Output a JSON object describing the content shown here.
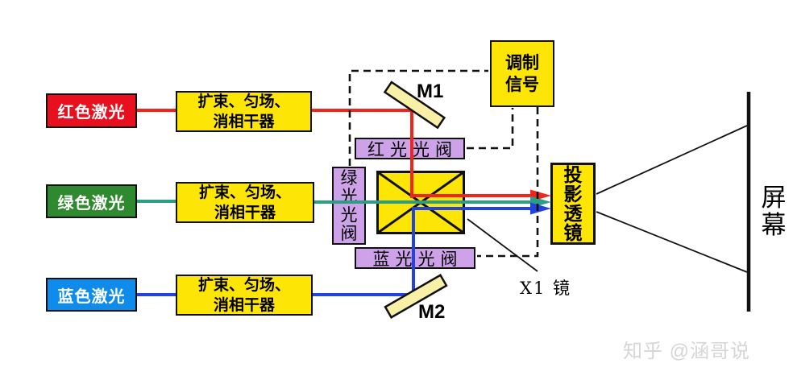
{
  "colors": {
    "red_box": "#e8101e",
    "green_box": "#2f8a2f",
    "blue_box": "#0f8ceb",
    "yellow_box": "#fde505",
    "purple_box": "#cda2e8",
    "mirror_fill": "#f7f0a6",
    "red_beam": "#f1251b",
    "green_beam": "#2b9f85",
    "blue_beam": "#2244dd",
    "line_black": "#111111",
    "watermark_gray": "#d6d6d6"
  },
  "lasers": {
    "red": {
      "label": "红色激光"
    },
    "green": {
      "label": "绿色激光"
    },
    "blue": {
      "label": "蓝色激光"
    }
  },
  "conditioner": {
    "line1": "扩束、匀场、",
    "line2": "消相干器"
  },
  "modulator": {
    "line1": "调制",
    "line2": "信号"
  },
  "valves": {
    "red": "红光光阀",
    "green": "绿光光阀",
    "blue": "蓝光光阀"
  },
  "mirrors": {
    "m1": "M1",
    "m2": "M2"
  },
  "xcube": {
    "label": "X1 镜"
  },
  "lens": {
    "label": "投影透镜"
  },
  "screen": {
    "label": "屏幕"
  },
  "watermark": {
    "text": "知乎 @涵哥说"
  }
}
